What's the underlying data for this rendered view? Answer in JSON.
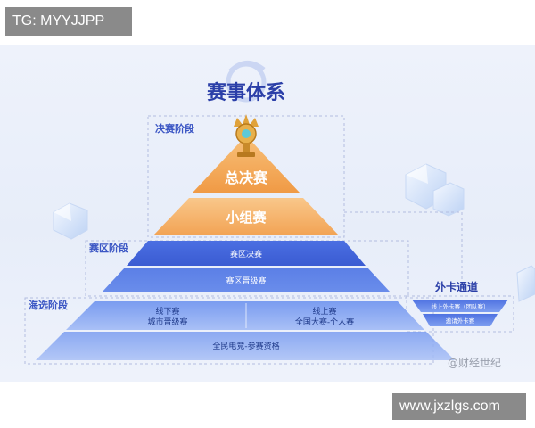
{
  "corner_tag": "TG: MYYJJPP",
  "footer_url": "www.jxzlgs.com",
  "watermark": "@财经世纪",
  "diagram": {
    "title": "赛事体系",
    "stage_finals": "决赛阶段",
    "stage_division": "赛区阶段",
    "stage_selection": "海选阶段",
    "wildcard_title": "外卡通道",
    "tier_grand_final": "总决赛",
    "tier_group": "小组赛",
    "tier_division_final": "赛区决赛",
    "tier_division_promotion": "赛区晋级赛",
    "offline_title": "线下赛",
    "offline_sub": "城市晋级赛",
    "online_title": "线上赛",
    "online_sub": "全国大赛-个人赛",
    "qualifier": "全民电竞-参赛资格",
    "wildcard_online": "线上外卡赛（团队赛）",
    "wildcard_invite": "邀请外卡赛"
  },
  "colors": {
    "orange_top": "#f6b267",
    "orange_bottom": "#f29a47",
    "blue_dark": "#3f63d8",
    "blue_light": "#6f93ec",
    "title": "#2b3fa8",
    "stage_label": "#3b56c4"
  },
  "icons": [
    "trophy-icon",
    "ice-cube-icon",
    "swirl-logo-icon"
  ]
}
